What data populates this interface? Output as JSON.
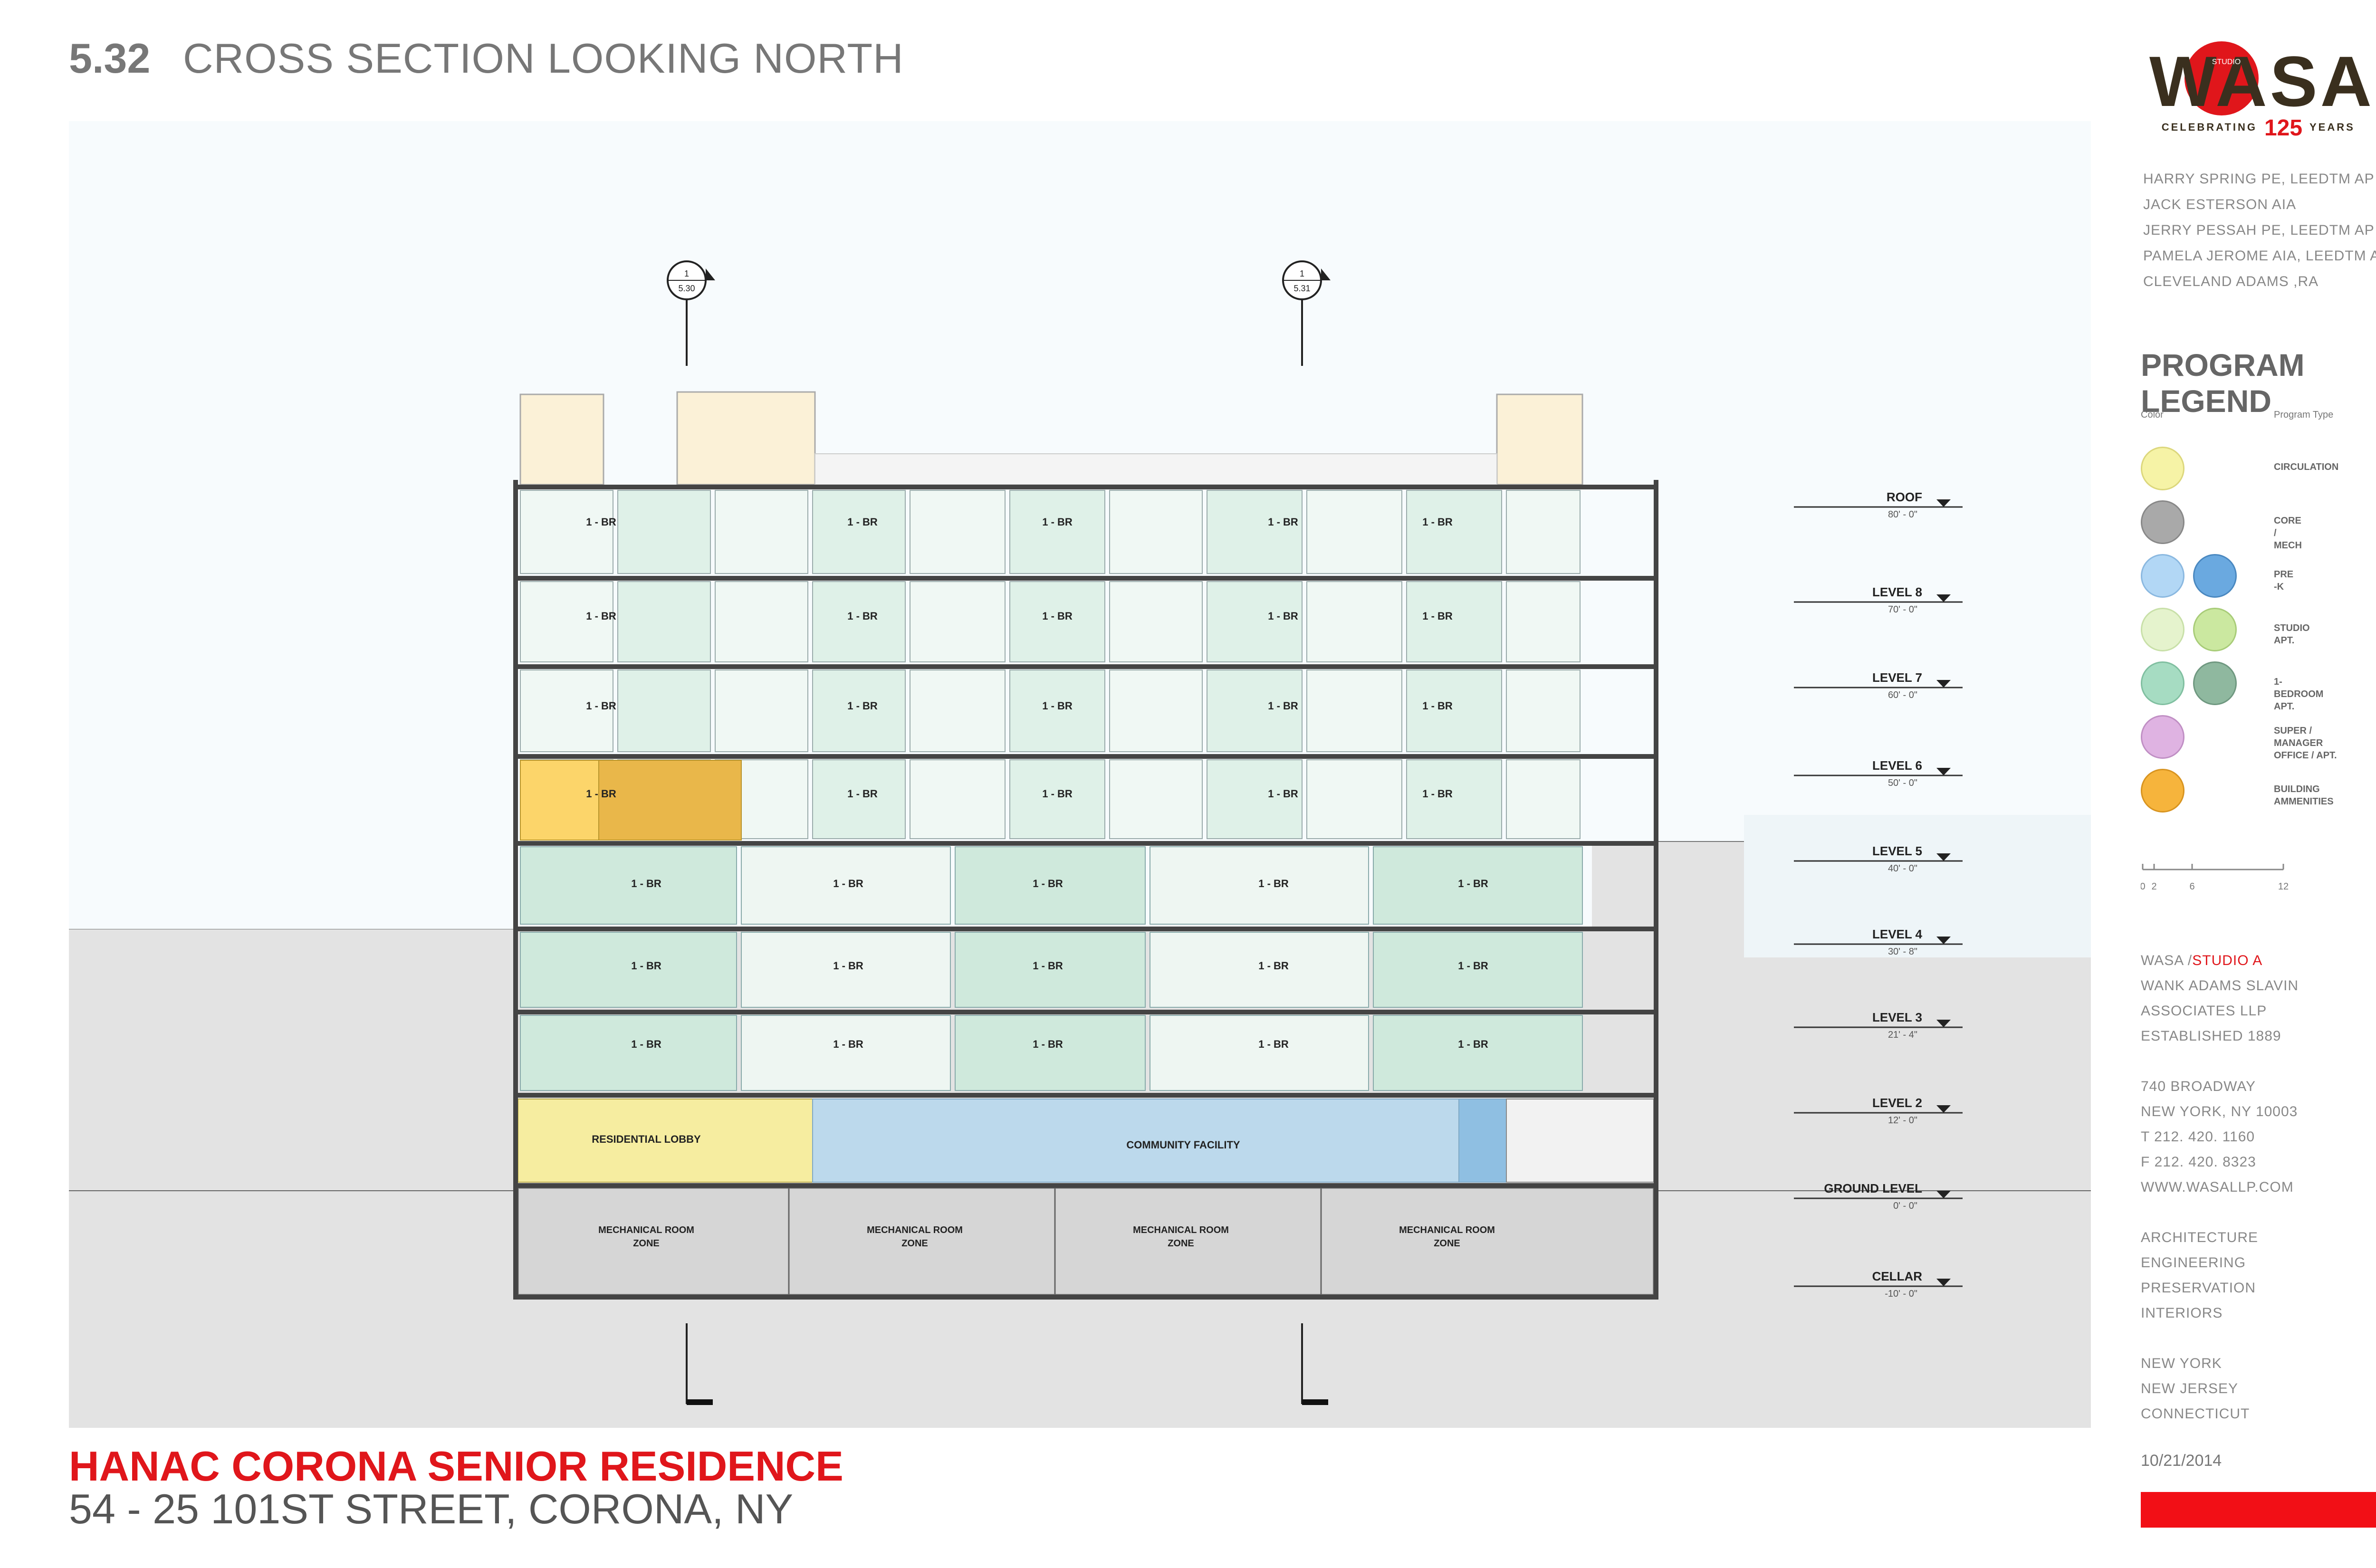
{
  "header": {
    "sheet_number": "5.32",
    "sheet_title": "CROSS SECTION LOOKING NORTH"
  },
  "footer": {
    "project_title": "HANAC CORONA SENIOR RESIDENCE",
    "project_address": "54 - 25 101ST STREET, CORONA, NY"
  },
  "logo": {
    "wordmark": "WASA",
    "small": "STUDIO",
    "tagline_left": "CELEBRATING",
    "tagline_number": "125",
    "tagline_right": "YEARS"
  },
  "team": [
    "HARRY  SPRING   PE,  LEEDTM AP",
    "JACK  ESTERSON  AIA",
    "JERRY  PESSAH  PE,  LEEDTM  AP",
    "PAMELA  JEROME  AIA,  LEEDTM  AP",
    "CLEVELAND  ADAMS  ,RA"
  ],
  "legend": {
    "title": "PROGRAM LEGEND",
    "col_color": "Color",
    "col_type": "Program Type",
    "items": [
      {
        "label": "CIRCULATION",
        "colors": [
          "#f6f3a6"
        ]
      },
      {
        "label": "CORE / MECH",
        "colors": [
          "#a9a9a9"
        ]
      },
      {
        "label": "PRE -K",
        "colors": [
          "#b2d7f5",
          "#6aa9e0"
        ]
      },
      {
        "label": "STUDIO APT.",
        "colors": [
          "#e5f3cd",
          "#cbe8a0"
        ]
      },
      {
        "label": "1-BEDROOM APT.",
        "colors": [
          "#a6dcc2",
          "#8fb89f"
        ]
      },
      {
        "label": "SUPER /  MANAGER OFFICE / APT.",
        "colors": [
          "#dfb3e2"
        ]
      },
      {
        "label": "BUILDING AMMENITIES",
        "colors": [
          "#f6b43c"
        ]
      }
    ]
  },
  "scale": {
    "ticks": [
      "0",
      "2",
      "6",
      "12"
    ]
  },
  "firm": {
    "name_a": "WASA /",
    "name_b": "STUDIO A",
    "lines": [
      "WANK  ADAMS  SLAVIN",
      "ASSOCIATES  LLP",
      "ESTABLISHED  1889",
      "",
      "740  BROADWAY",
      "NEW  YORK,  NY  10003",
      "T  212. 420. 1160",
      "F  212. 420. 8323",
      "WWW.WASALLP.COM",
      "",
      "ARCHITECTURE",
      "ENGINEERING",
      "PRESERVATION",
      "INTERIORS",
      "",
      "NEW  YORK",
      "NEW  JERSEY",
      "CONNECTICUT"
    ]
  },
  "date": "10/21/2014",
  "section_markers": [
    {
      "num": "1",
      "sheet": "5.30"
    },
    {
      "num": "1",
      "sheet": "5.31"
    }
  ],
  "levels": [
    {
      "name": "ROOF",
      "elev": "80' - 0\""
    },
    {
      "name": "LEVEL 8",
      "elev": "70' - 0\""
    },
    {
      "name": "LEVEL 7",
      "elev": "60' - 0\""
    },
    {
      "name": "LEVEL 6",
      "elev": "50' - 0\""
    },
    {
      "name": "LEVEL 5",
      "elev": "40' - 0\""
    },
    {
      "name": "LEVEL 4",
      "elev": "30' - 8\""
    },
    {
      "name": "LEVEL 3",
      "elev": "21' - 4\""
    },
    {
      "name": "LEVEL 2",
      "elev": "12' - 0\""
    },
    {
      "name": "GROUND LEVEL",
      "elev": "0' - 0\""
    },
    {
      "name": "CELLAR",
      "elev": "-10' - 0\""
    }
  ],
  "rooms": {
    "unit_label": "1 - BR",
    "lobby": "RESIDENTIAL  LOBBY",
    "community": "COMMUNITY FACILITY",
    "mech_line1": "MECHANICAL ROOM",
    "mech_line2": "ZONE"
  }
}
